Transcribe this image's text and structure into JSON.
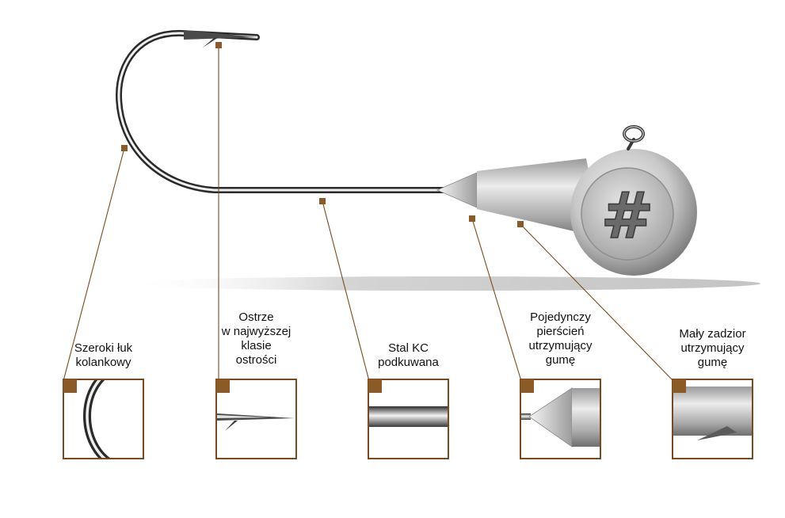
{
  "diagram": {
    "subject": "jig-head-hook",
    "head_mark": "#",
    "colors": {
      "leader": "#7a4a1c",
      "marker": "#8b5a26",
      "frame": "#7a4a1c",
      "steel_dark": "#3c3c3c",
      "steel_light": "#e8e8e8"
    },
    "callouts": [
      {
        "id": "bend",
        "lines": [
          "Szeroki łuk",
          "kolankowy"
        ]
      },
      {
        "id": "point",
        "lines": [
          "Ostrze",
          "w najwyższej",
          "klasie",
          "ostrości"
        ]
      },
      {
        "id": "shank",
        "lines": [
          "Stal KC",
          "podkuwana"
        ]
      },
      {
        "id": "collar",
        "lines": [
          "Pojedynczy",
          "pierścień",
          "utrzymujący",
          "gumę"
        ]
      },
      {
        "id": "barb",
        "lines": [
          "Mały zadzior",
          "utrzymujący",
          "gumę"
        ]
      }
    ]
  }
}
